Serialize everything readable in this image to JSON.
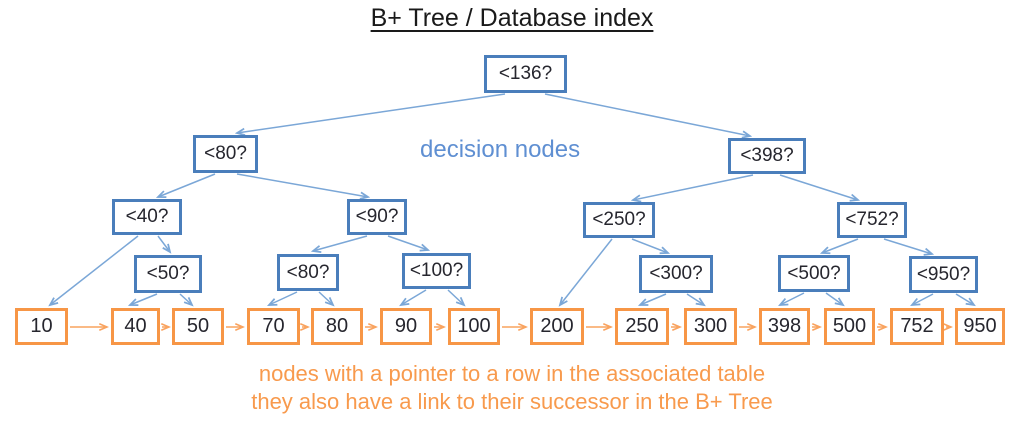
{
  "title": "B+ Tree / Database index",
  "labels": {
    "decision_nodes": "decision nodes",
    "leaf_note_line1": "nodes with a pointer to a row in the associated table",
    "leaf_note_line2": "they also have a link to their successor in the B+ Tree"
  },
  "colors": {
    "decision_box_border": "#4a7ebb",
    "decision_edge": "#7ba7d7",
    "decision_label_text": "#5f8fd2",
    "leaf_box_border": "#f79646",
    "leaf_chain_arrow": "#f9a35f",
    "note_text": "#f89a4d",
    "node_text": "#26262e",
    "title_text": "#1a1a1a"
  },
  "tree": {
    "root": {
      "label": "<136?"
    },
    "level2": [
      {
        "label": "<80?"
      },
      {
        "label": "<398?"
      }
    ],
    "level3": [
      {
        "label": "<40?"
      },
      {
        "label": "<90?"
      },
      {
        "label": "<250?"
      },
      {
        "label": "<752?"
      }
    ],
    "level4": [
      {
        "label": "<50?"
      },
      {
        "label": "<80?"
      },
      {
        "label": "<100?"
      },
      {
        "label": "<300?"
      },
      {
        "label": "<500?"
      },
      {
        "label": "<950?"
      }
    ],
    "leaves": [
      {
        "value": "10"
      },
      {
        "value": "40"
      },
      {
        "value": "50"
      },
      {
        "value": "70"
      },
      {
        "value": "80"
      },
      {
        "value": "90"
      },
      {
        "value": "100"
      },
      {
        "value": "200"
      },
      {
        "value": "250"
      },
      {
        "value": "300"
      },
      {
        "value": "398"
      },
      {
        "value": "500"
      },
      {
        "value": "752"
      },
      {
        "value": "950"
      }
    ]
  }
}
